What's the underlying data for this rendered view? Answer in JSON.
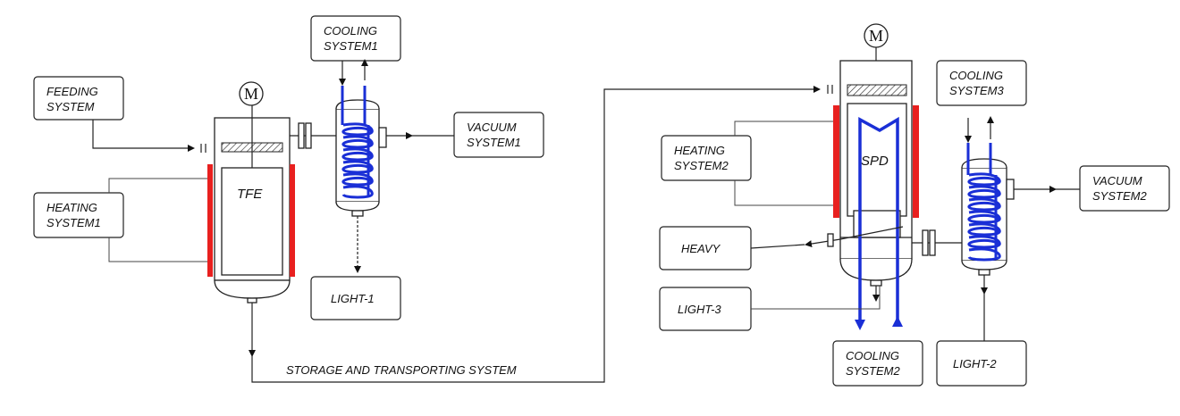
{
  "labels": {
    "feeding_1": "FEEDING",
    "feeding_2": "SYSTEM",
    "heating1_1": "HEATING",
    "heating1_2": "SYSTEM1",
    "cooling1_1": "COOLING",
    "cooling1_2": "SYSTEM1",
    "vacuum1_1": "VACUUM",
    "vacuum1_2": "SYSTEM1",
    "light1": "LIGHT-1",
    "tfe": "TFE",
    "motor_1": "M",
    "motor_2": "M",
    "storage": "STORAGE AND TRANSPORTING SYSTEM",
    "heating2_1": "HEATING",
    "heating2_2": "SYSTEM2",
    "heavy": "HEAVY",
    "light3": "LIGHT-3",
    "spd": "SPD",
    "cooling2_1": "COOLING",
    "cooling2_2": "SYSTEM2",
    "cooling3_1": "COOLING",
    "cooling3_2": "SYSTEM3",
    "vacuum2_1": "VACUUM",
    "vacuum2_2": "SYSTEM2",
    "light2": "LIGHT-2"
  },
  "colors": {
    "heater": "#e8201f",
    "coil": "#1a2fd6",
    "line": "#222222"
  }
}
